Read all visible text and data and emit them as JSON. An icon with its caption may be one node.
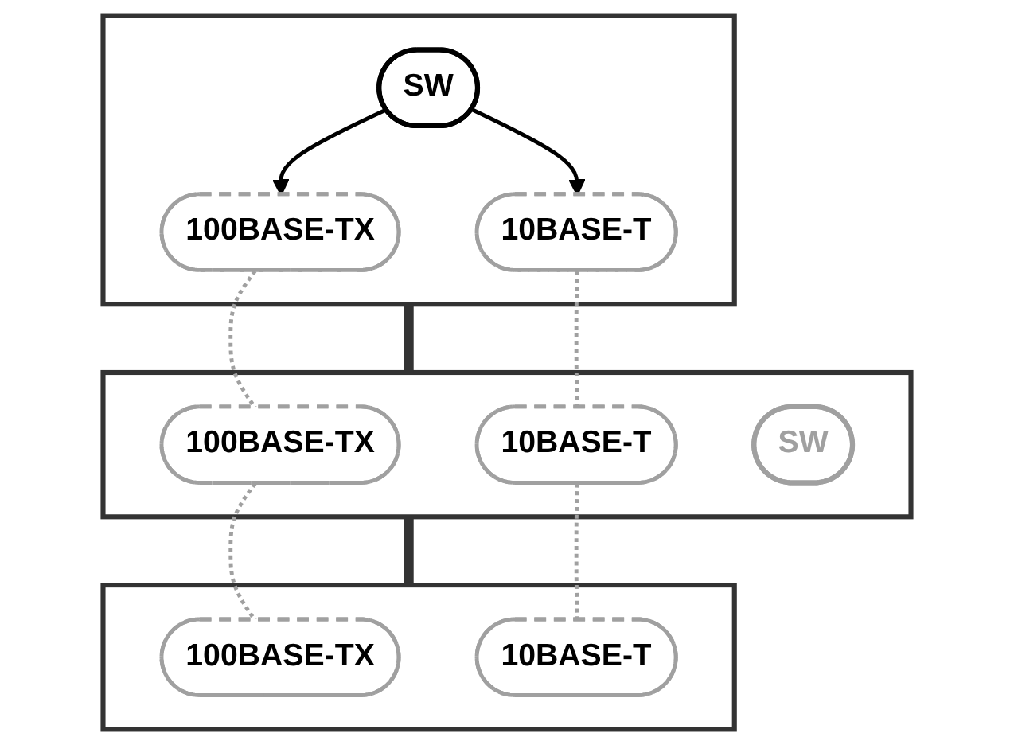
{
  "diagram": {
    "nodes": [
      {
        "text": [],
        "shape": "box"
      },
      {
        "text": [
          "100BASE-TX"
        ],
        "in": 0
      },
      {
        "text": [
          "10BASE-T"
        ],
        "in": 0
      },
      {
        "text": [
          "SW"
        ],
        "in": 0
      },
      {
        "text": [],
        "shape": "box"
      },
      {
        "text": [
          "100BASE-TX"
        ],
        "in": 4
      },
      {
        "text": [
          "10BASE-T"
        ],
        "in": 4
      },
      {
        "text": [
          "SW"
        ],
        "in": 4
      },
      {
        "text": [],
        "shape": "box"
      },
      {
        "text": [
          "100BASE-TX"
        ],
        "in": 8
      },
      {
        "text": [
          "10BASE-T"
        ],
        "in": 8
      }
    ],
    "edges": [
      {
        "from": 3,
        "to": 1,
        "arrow": "to",
        "color": "#000000"
      },
      {
        "from": 3,
        "to": 2,
        "arrow": "to",
        "color": "#000000"
      },
      {
        "from": 1,
        "to": 5,
        "arrow": "none",
        "style": "dashed",
        "color": "#a0a0a0"
      },
      {
        "from": 5,
        "to": 9,
        "arrow": "none",
        "style": "dashed",
        "color": "#a0a0a0"
      },
      {
        "from": 2,
        "to": 6,
        "arrow": "none",
        "style": "dashed",
        "color": "#a0a0a0"
      },
      {
        "from": 6,
        "to": 10,
        "arrow": "none",
        "style": "dashed",
        "color": "#a0a0a0"
      },
      {
        "from": 0,
        "to": 4,
        "arrow": "none",
        "style": "thick",
        "color": "#333333"
      },
      {
        "from": 4,
        "to": 8,
        "arrow": "none",
        "style": "thick",
        "color": "#333333"
      }
    ]
  }
}
